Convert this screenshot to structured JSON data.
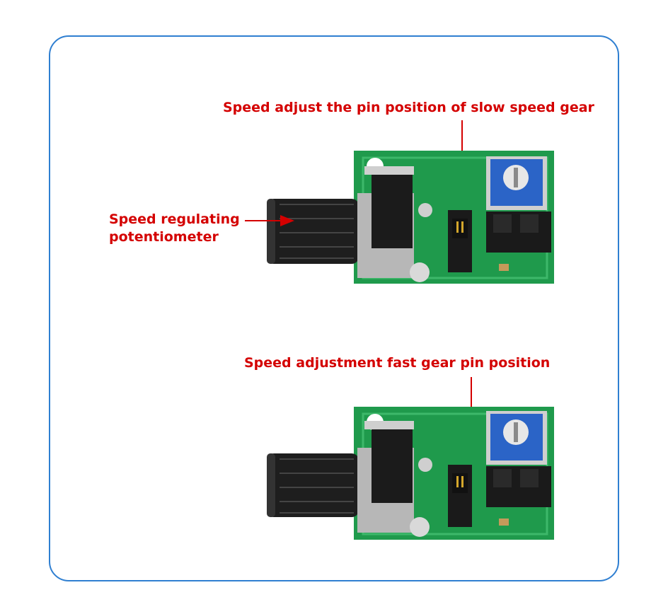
{
  "annotations": {
    "slow_gear": "Speed adjust the pin position of slow speed gear",
    "potentiometer_line1": "Speed regulating",
    "potentiometer_line2": "potentiometer",
    "fast_gear": "Speed adjustment fast gear pin position"
  },
  "colors": {
    "frame": "#2f7fd1",
    "annotation": "#d40000",
    "pcb": "#1f9a4c",
    "trimmer": "#2b64c7"
  },
  "icons": {
    "potentiometer": "rotary-potentiometer-knob",
    "jumper": "jumper-pin-header",
    "trimmer": "blue-trimmer-potentiometer"
  }
}
